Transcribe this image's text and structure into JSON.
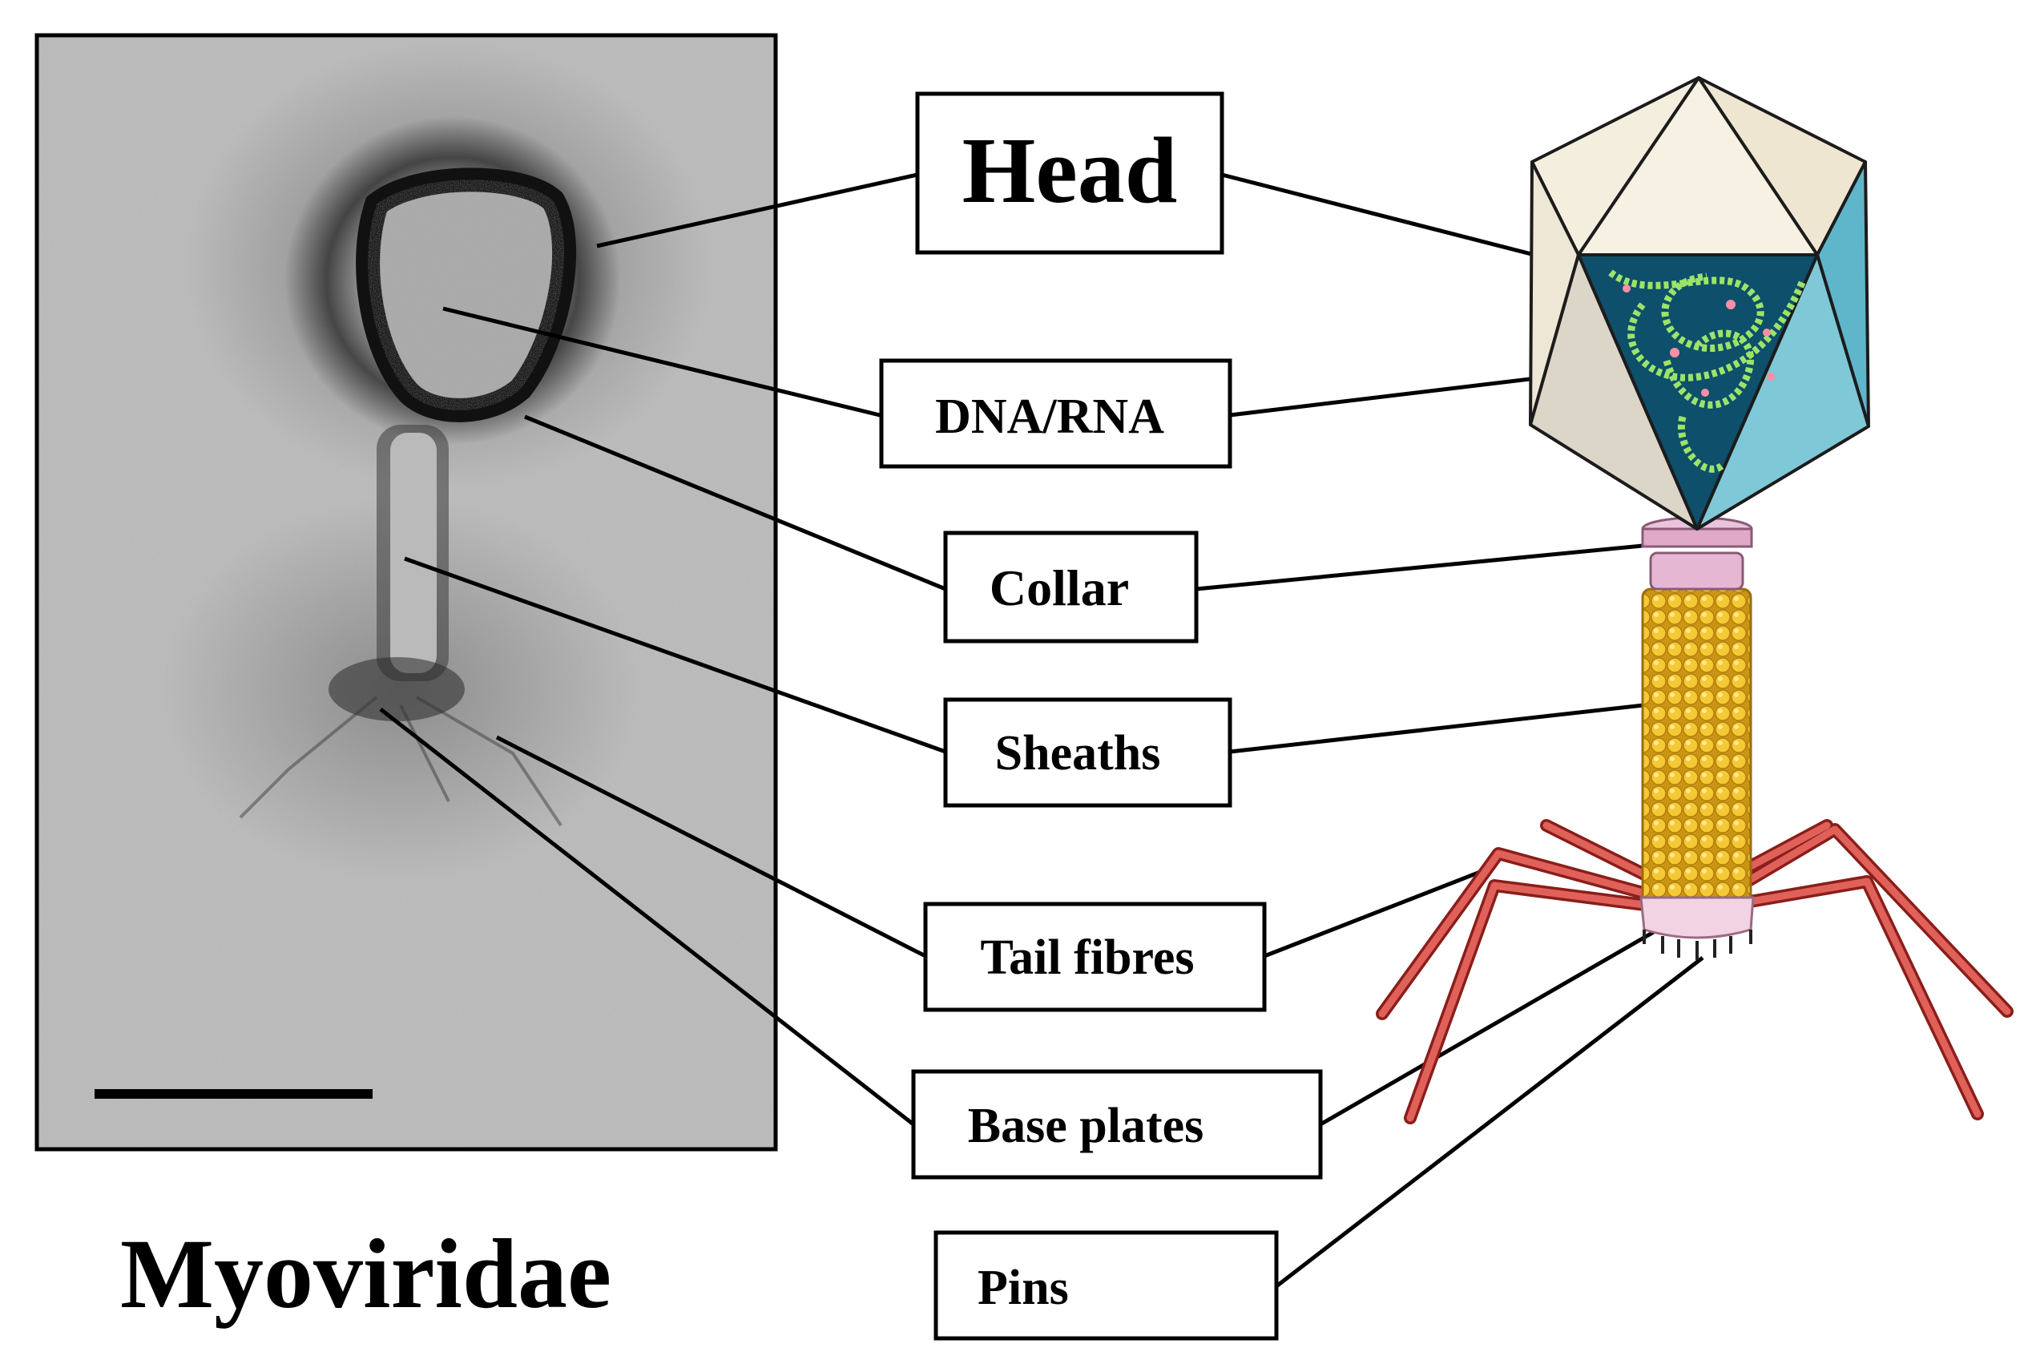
{
  "labels": {
    "head": "Head",
    "dna_rna": "DNA/RNA",
    "collar": "Collar",
    "sheaths": "Sheaths",
    "tail_fibres": "Tail fibres",
    "base_plates": "Base plates",
    "pins": "Pins"
  },
  "caption": "Myoviridae",
  "colors": {
    "capsid_face_light": "#f3ecdc",
    "capsid_face_blue": "#6fbfd0",
    "capsid_interior": "#0e4f6b",
    "nucleic_acid": "#9be36a",
    "sheath": "#f2c12e",
    "collar": "#e6b7d2",
    "tail_fibre": "#c8463f"
  }
}
